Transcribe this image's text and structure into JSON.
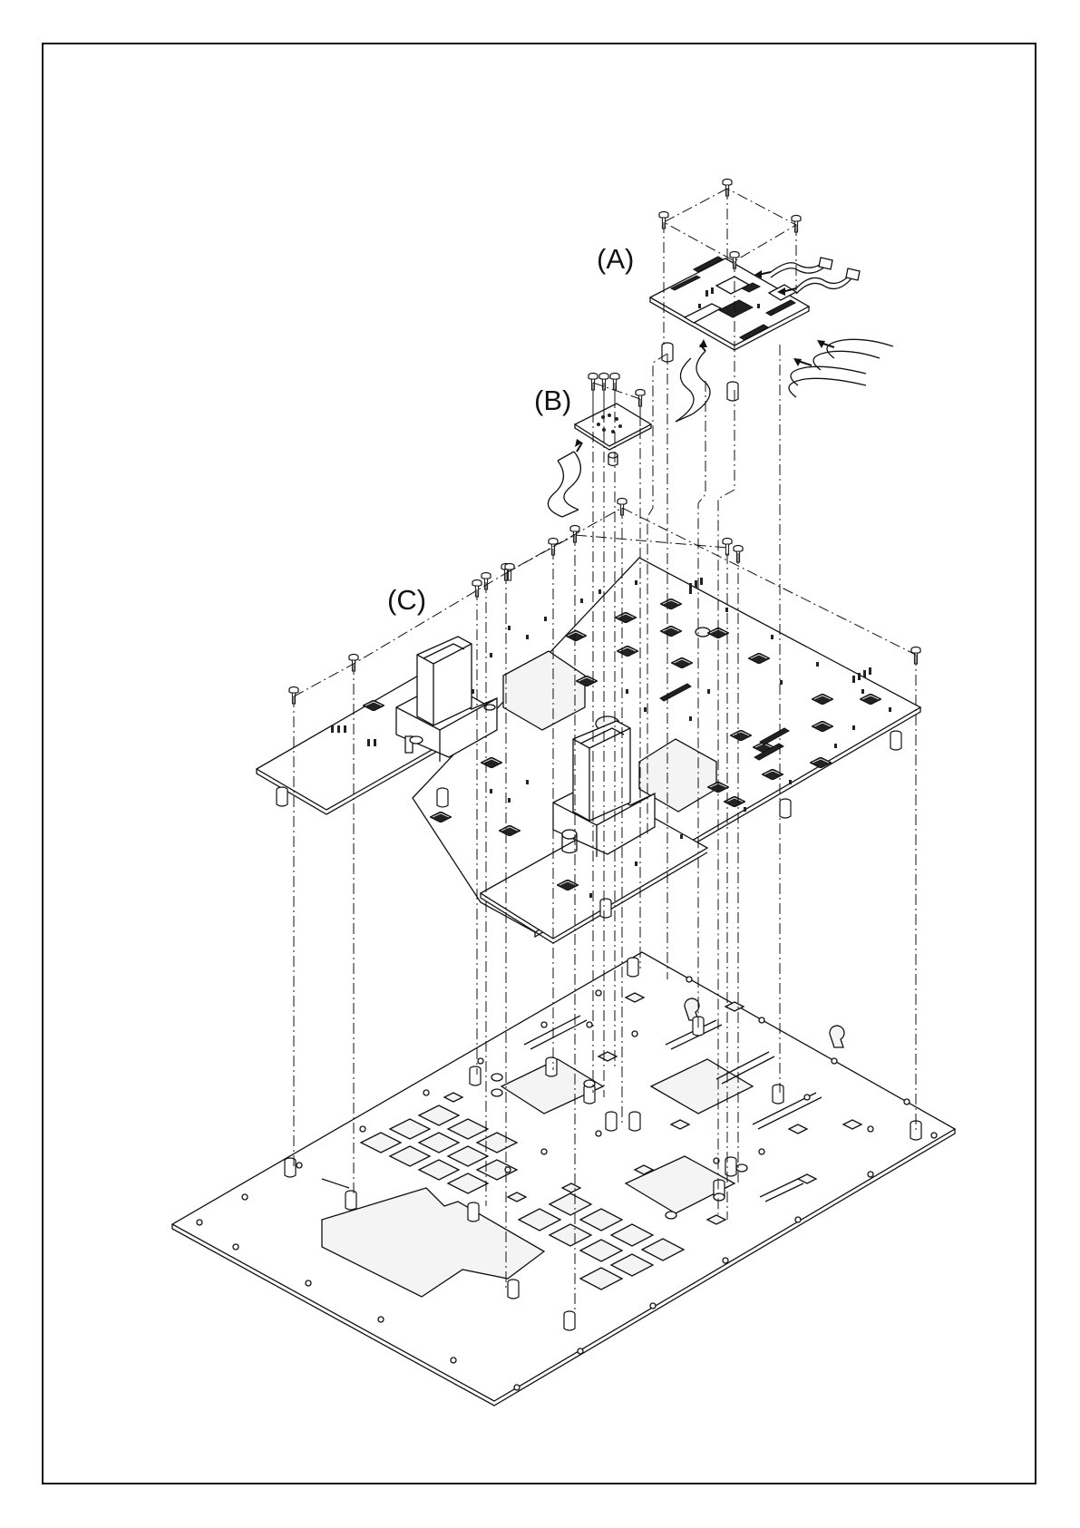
{
  "drawing": {
    "labels": {
      "a": "(A)",
      "b": "(B)",
      "c": "(C)"
    }
  }
}
